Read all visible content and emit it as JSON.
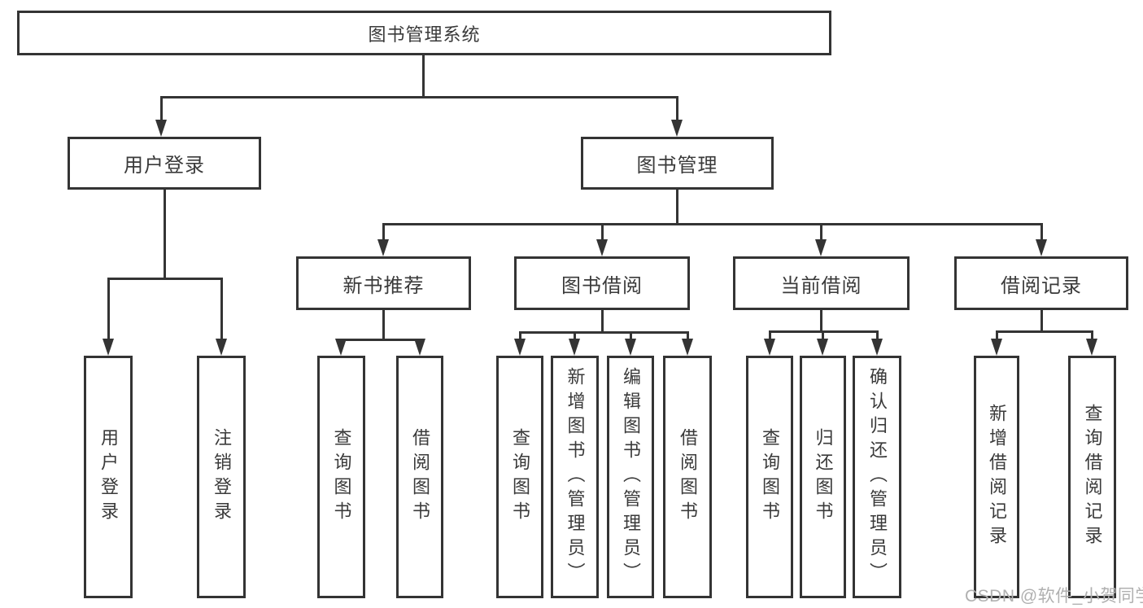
{
  "diagram": {
    "title": "图书管理系统",
    "nodes": {
      "root": "图书管理系统",
      "user_login": "用户登录",
      "book_mgmt": "图书管理",
      "new_book_rec": "新书推荐",
      "book_borrow": "图书借阅",
      "current_borrow": "当前借阅",
      "borrow_records": "借阅记录",
      "leaf_user_login": "用户登录",
      "leaf_logout": "注销登录",
      "nb_query": "查询图书",
      "nb_borrow": "借阅图书",
      "bb_query": "查询图书",
      "bb_add": "新增图书（管理员）",
      "bb_edit": "编辑图书（管理员）",
      "bb_borrow": "借阅图书",
      "cb_query": "查询图书",
      "cb_return": "归还图书",
      "cb_confirm": "确认归还（管理员）",
      "br_add": "新增借阅记录",
      "br_query": "查询借阅记录"
    },
    "hierarchy": {
      "root": {
        "user_login": [
          "leaf_user_login",
          "leaf_logout"
        ],
        "book_mgmt": {
          "new_book_rec": [
            "nb_query",
            "nb_borrow"
          ],
          "book_borrow": [
            "bb_query",
            "bb_add",
            "bb_edit",
            "bb_borrow"
          ],
          "current_borrow": [
            "cb_query",
            "cb_return",
            "cb_confirm"
          ],
          "borrow_records": [
            "br_add",
            "br_query"
          ]
        }
      }
    },
    "colors": {
      "line": "#343434",
      "text": "#3a3a3a",
      "watermark": "#b0b0b0",
      "background": "#ffffff"
    },
    "watermark": "CSDN @软件_小贺同学"
  }
}
